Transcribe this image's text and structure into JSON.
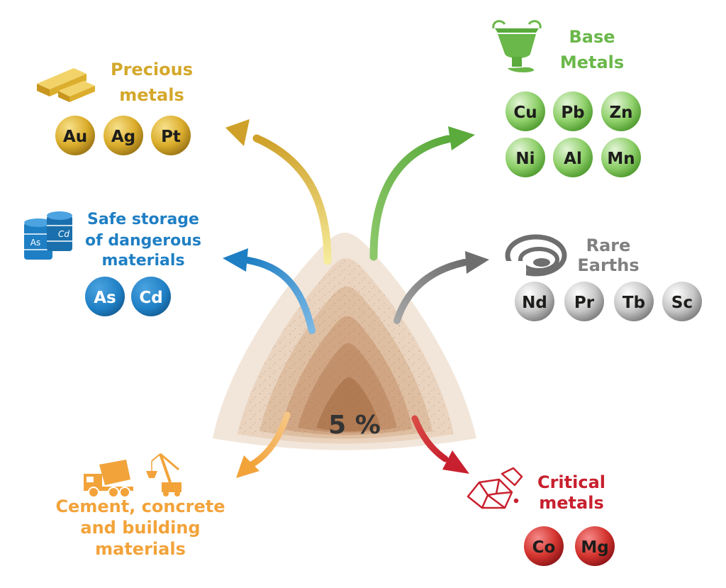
{
  "center": {
    "label": "5 %"
  },
  "groups": {
    "precious": {
      "title_1": "Precious",
      "title_2": "metals",
      "color": "#d4a82c",
      "elements": [
        "Au",
        "Ag",
        "Pt"
      ]
    },
    "base": {
      "title_1": "Base",
      "title_2": "Metals",
      "color": "#6ab74a",
      "elements": [
        "Cu",
        "Pb",
        "Zn",
        "Ni",
        "Al",
        "Mn"
      ]
    },
    "storage": {
      "title_1": "Safe storage",
      "title_2": "of dangerous",
      "title_3": "materials",
      "color": "#1f7fc4",
      "elements": [
        "As",
        "Cd"
      ],
      "barrel_labels": [
        "As",
        "Cd"
      ]
    },
    "rare": {
      "title_1": "Rare",
      "title_2": "Earths",
      "color": "#808080",
      "elements": [
        "Nd",
        "Pr",
        "Tb",
        "Sc"
      ]
    },
    "cement": {
      "title_1": "Cement, concrete",
      "title_2": "and building",
      "title_3": "materials",
      "color": "#f2a33a"
    },
    "critical": {
      "title_1": "Critical",
      "title_2": "metals",
      "color": "#c8202e",
      "elements": [
        "Co",
        "Mg"
      ]
    }
  },
  "icons": [
    "gold-bars-icon",
    "ladle-icon",
    "barrels-icon",
    "rare-earth-rings-icon",
    "mixer-truck-icon",
    "crane-icon",
    "crystal-icon"
  ]
}
